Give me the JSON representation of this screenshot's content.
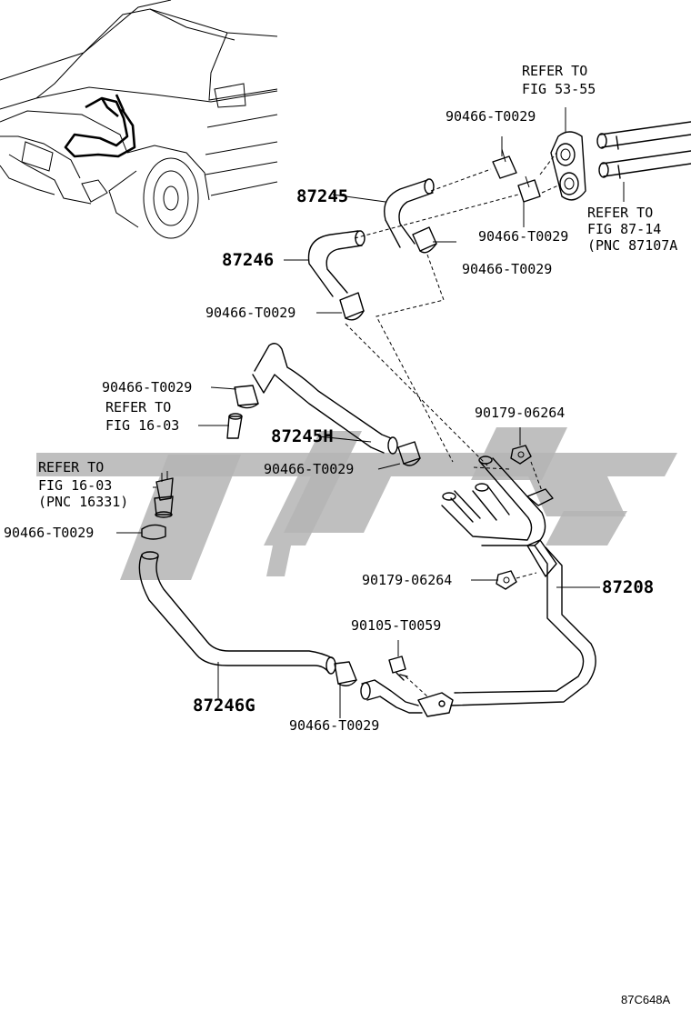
{
  "part_numbers": {
    "p87245": "87245",
    "p87246": "87246",
    "p87245h": "87245H",
    "p87208": "87208",
    "p87246g": "87246G",
    "clamp": "90466-T0029",
    "nut": "90179-06264",
    "bolt": "90105-T0059"
  },
  "references": {
    "fig_53_55": [
      "REFER TO",
      "FIG 53-55"
    ],
    "fig_87_14": [
      "REFER TO",
      "FIG 87-14",
      "(PNC 87107A"
    ],
    "fig_16_03_a": [
      "REFER TO",
      "FIG 16-03"
    ],
    "fig_16_03_b": [
      "REFER TO",
      "FIG 16-03",
      "(PNC 16331)"
    ]
  },
  "diagram_code": "87C648A",
  "colors": {
    "line": "#000000",
    "watermark": "#b4b4b4"
  },
  "watermark_logo": "stylized-arabic-logo"
}
